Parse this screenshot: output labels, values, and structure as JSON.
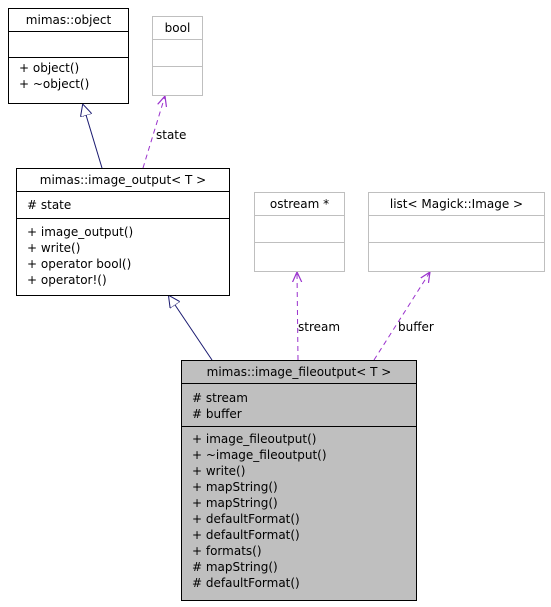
{
  "classes": {
    "object": {
      "name": "mimas::object",
      "attributes": [],
      "methods": [
        "+ object()",
        "+ ~object()"
      ]
    },
    "bool": {
      "name": "bool"
    },
    "image_output": {
      "name": "mimas::image_output< T >",
      "attributes": [
        "# state"
      ],
      "methods": [
        "+ image_output()",
        "+ write()",
        "+ operator bool()",
        "+ operator!()"
      ]
    },
    "ostream": {
      "name": "ostream *"
    },
    "list": {
      "name": "list< Magick::Image >"
    },
    "image_fileoutput": {
      "name": "mimas::image_fileoutput< T >",
      "attributes": [
        "# stream",
        "# buffer"
      ],
      "methods": [
        "+ image_fileoutput()",
        "+ ~image_fileoutput()",
        "+ write()",
        "+ mapString()",
        "+ mapString()",
        "+ defaultFormat()",
        "+ defaultFormat()",
        "+ formats()",
        "# mapString()",
        "# defaultFormat()"
      ]
    }
  },
  "edges": {
    "state_label": "state",
    "stream_label": "stream",
    "buffer_label": "buffer"
  },
  "colors": {
    "inheritance": "#191970",
    "usage": "#9a32cd",
    "focus_fill": "#bfbfbf",
    "external_border": "#bfbfbf"
  }
}
